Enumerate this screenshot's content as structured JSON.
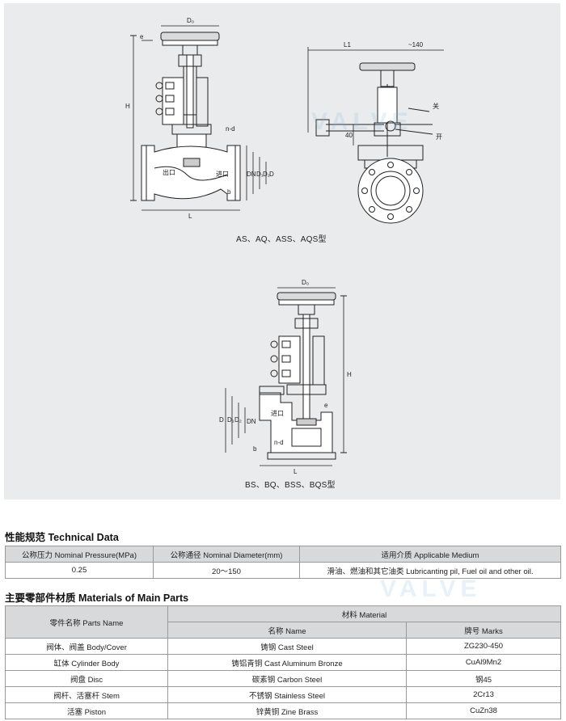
{
  "drawings": {
    "top_caption": "AS、AQ、ASS、AQS型",
    "bottom_caption": "BS、BQ、BSS、BQS型",
    "labels": {
      "d0": "D₀",
      "h": "H",
      "l": "L",
      "l1": "L1",
      "dim140": "~140",
      "outlet": "出口",
      "inlet": "进口",
      "dn": "DN",
      "d1": "D₁",
      "d2": "D₂",
      "d": "D",
      "b": "b",
      "e": "e",
      "nd": "n-d",
      "dim40": "40",
      "close": "关",
      "open": "开"
    }
  },
  "watermark": "VALVE",
  "technical": {
    "title": "性能规范 Technical Data",
    "headers": [
      "公称压力 Nominal Pressure(MPa)",
      "公称通径 Nominal Diameter(mm)",
      "适用介质 Applicable Medium"
    ],
    "row": [
      "0.25",
      "20～150",
      "滑油、燃油和其它油类 Lubricanting pil, Fuel oil and other oil."
    ]
  },
  "materials": {
    "title": "主要零部件材质 Materials of Main Parts",
    "header_part": "零件名称 Parts Name",
    "header_material": "材料 Material",
    "header_name": "名称 Name",
    "header_marks": "牌号 Marks",
    "rows": [
      {
        "part": "阀体、阀盖 Body/Cover",
        "name": "铸钢 Cast Steel",
        "mark": "ZG230-450"
      },
      {
        "part": "缸体 Cylinder Body",
        "name": "铸铝青铜 Cast Aluminum Bronze",
        "mark": "CuAl9Mn2"
      },
      {
        "part": "阀盘 Disc",
        "name": "碳素钢 Carbon Steel",
        "mark": "钢45"
      },
      {
        "part": "阀杆、活塞杆 Stem",
        "name": "不锈钢 Stainless Steel",
        "mark": "2Cr13"
      },
      {
        "part": "活塞 Piston",
        "name": "锌黄铜 Zine Brass",
        "mark": "CuZn38"
      }
    ]
  }
}
